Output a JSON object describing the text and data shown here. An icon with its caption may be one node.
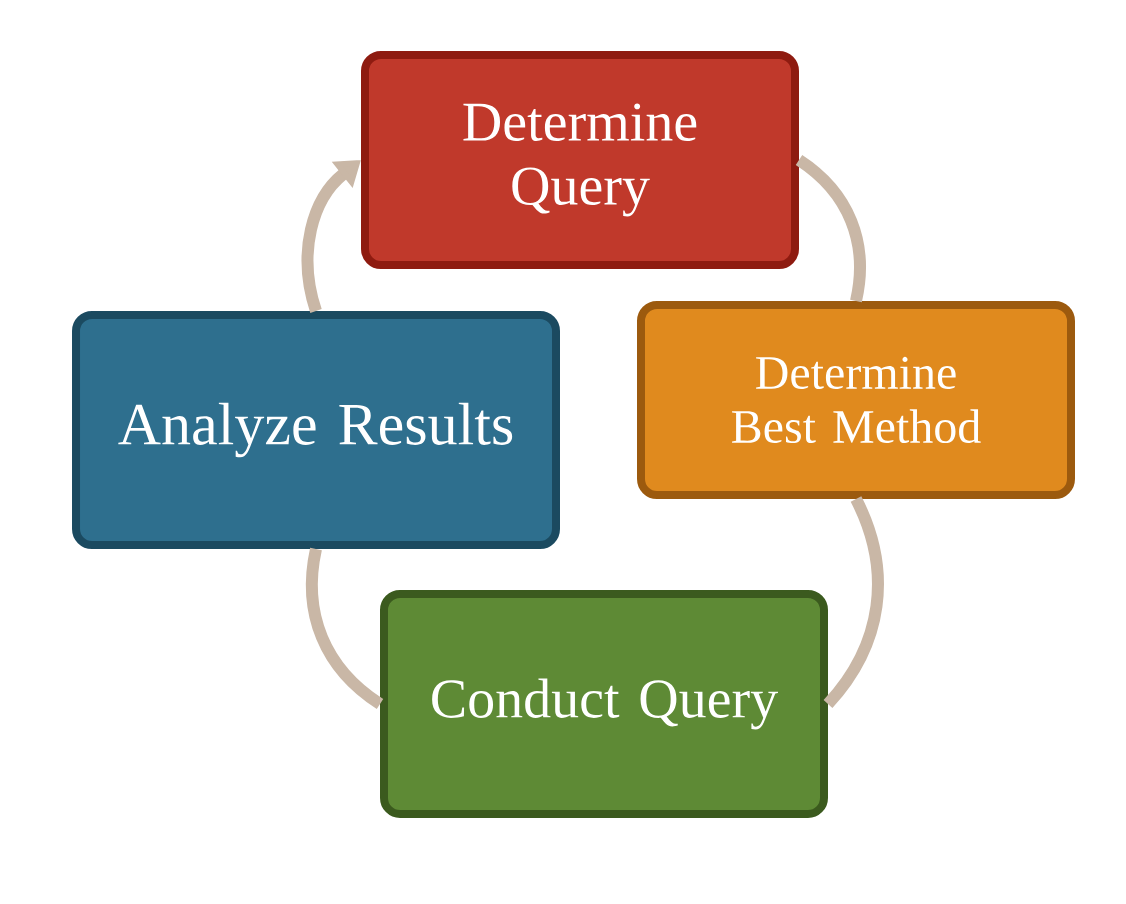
{
  "diagram": {
    "nodes": [
      {
        "text": [
          "Determine Query"
        ]
      },
      {
        "text": [
          "Determine Best Method"
        ]
      },
      {
        "text": [
          "Conduct Query"
        ]
      },
      {
        "text": [
          "Analyze Results"
        ]
      }
    ],
    "edges": [
      {
        "from": 0,
        "to": 1,
        "arrow": "none"
      },
      {
        "from": 1,
        "to": 2,
        "arrow": "none"
      },
      {
        "from": 2,
        "to": 3,
        "arrow": "none"
      },
      {
        "from": 3,
        "to": 0,
        "arrow": "to"
      }
    ]
  }
}
